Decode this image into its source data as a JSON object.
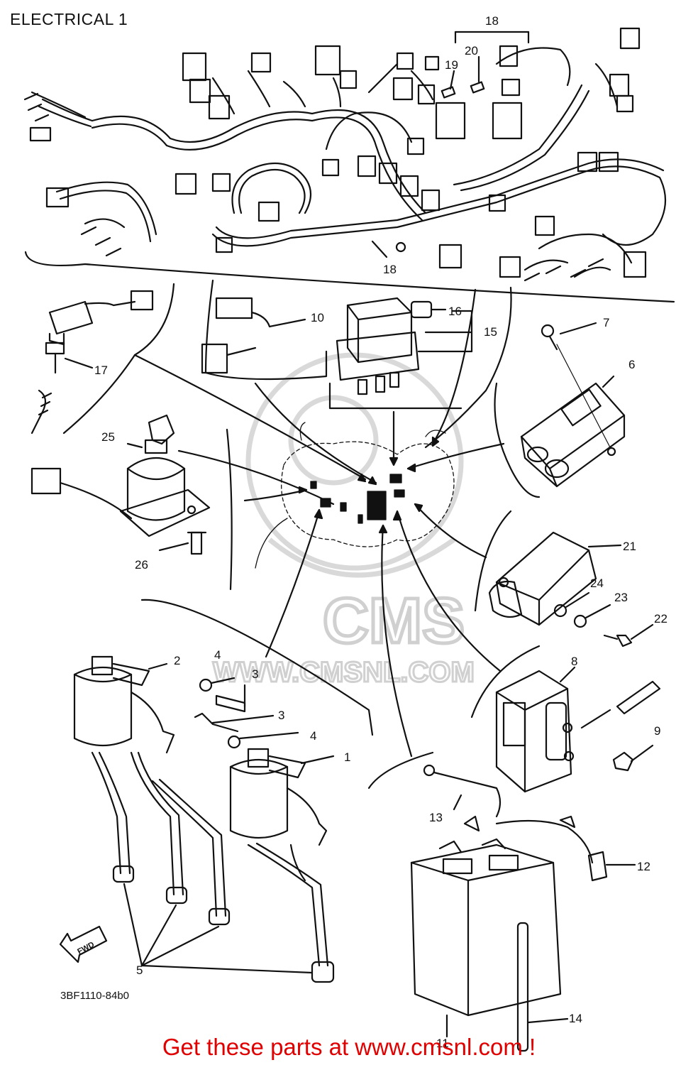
{
  "header": {
    "title": "ELECTRICAL 1"
  },
  "watermark": {
    "brand": "CMS",
    "url": "WWW.CMSNL.COM"
  },
  "drawing_code": "3BF1110-84b0",
  "direction_arrow": {
    "label": "FWD"
  },
  "footer": {
    "text": "Get these parts at www.cmsnl.com !",
    "color": "#e00000"
  },
  "callouts": {
    "c1": "1",
    "c2": "2",
    "c3a": "3",
    "c3b": "3",
    "c4a": "4",
    "c4b": "4",
    "c5": "5",
    "c6": "6",
    "c7": "7",
    "c8": "8",
    "c9": "9",
    "c10": "10",
    "c11": "11",
    "c12": "12",
    "c13": "13",
    "c14": "14",
    "c15": "15",
    "c16": "16",
    "c17": "17",
    "c18a": "18",
    "c18b": "18",
    "c19": "19",
    "c20": "20",
    "c21": "21",
    "c22": "22",
    "c23": "23",
    "c24": "24",
    "c25": "25",
    "c26": "26"
  },
  "icons": {
    "wiring_harness": "wiring-harness-icon",
    "ignition_coil": "ignition-coil-icon",
    "battery": "battery-icon",
    "relay": "relay-icon",
    "cdi_unit": "cdi-unit-icon",
    "main_switch": "main-switch-icon",
    "starter_relay": "starter-relay-icon",
    "rectifier": "rectifier-regulator-icon"
  }
}
